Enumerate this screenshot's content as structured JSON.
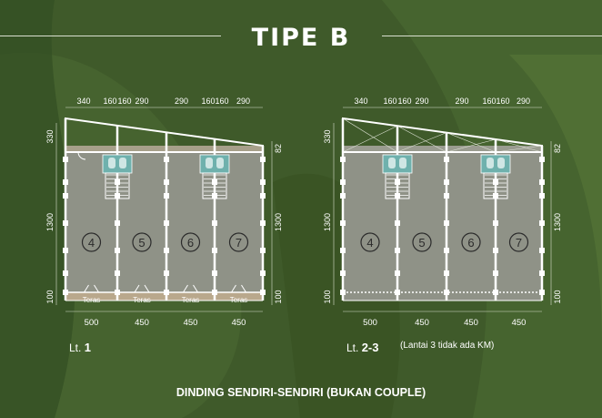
{
  "title": "TIPE B",
  "colors": {
    "background": "#3f5a2a",
    "floor_fill": "#8f9287",
    "wall": "#ffffff",
    "terrace": "#b9a88c",
    "stair": "#6fb1ad"
  },
  "plans": [
    {
      "floor_prefix": "Lt.",
      "floor_number": "1",
      "note": "",
      "top_dims": [
        "340",
        "160",
        "160",
        "290",
        "290",
        "160",
        "160",
        "290"
      ],
      "bottom_dims": [
        "500",
        "450",
        "450",
        "450"
      ],
      "left_dims": [
        "330",
        "1300",
        "100"
      ],
      "right_dims": [
        "82",
        "1300",
        "100"
      ],
      "units": [
        "4",
        "5",
        "6",
        "7"
      ],
      "terrace_label": "Teras"
    },
    {
      "floor_prefix": "Lt.",
      "floor_number": "2-3",
      "note": "(Lantai 3 tidak ada KM)",
      "top_dims": [
        "340",
        "160",
        "160",
        "290",
        "290",
        "160",
        "160",
        "290"
      ],
      "bottom_dims": [
        "500",
        "450",
        "450",
        "450"
      ],
      "left_dims": [
        "330",
        "1300",
        "100"
      ],
      "right_dims": [
        "82",
        "1300",
        "100"
      ],
      "units": [
        "4",
        "5",
        "6",
        "7"
      ],
      "terrace_label": ""
    }
  ],
  "footer": "DINDING SENDIRI-SENDIRI (BUKAN COUPLE)"
}
